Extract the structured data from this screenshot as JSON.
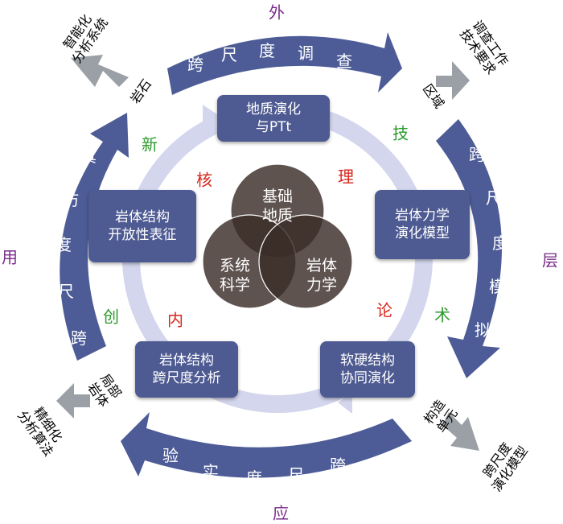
{
  "colors": {
    "ring": "#d4d6ee",
    "arrow": "#4d5c97",
    "node": "#4e5a92",
    "purple": "#7a2b8a",
    "green": "#2c9a2c",
    "red": "#d9261c",
    "gray_arrow": "#9aa0a6",
    "venn_fill": "#3a2d28"
  },
  "outer_words": {
    "top": "外",
    "right": "层",
    "bottom": "应",
    "left": "用"
  },
  "arrows": {
    "top": [
      "跨",
      "尺",
      "度",
      "调",
      "查"
    ],
    "right": [
      "跨",
      "尺",
      "度",
      "模",
      "拟"
    ],
    "bottom": [
      "验",
      "实",
      "度",
      "尺",
      "跨"
    ],
    "left": [
      "跨",
      "尺",
      "度",
      "仿",
      "真"
    ]
  },
  "nodes": {
    "top": "地质演化\n与PTt",
    "right": "岩体力学\n演化模型",
    "bottom_right": "软硬结构\n协同演化",
    "bottom_left": "岩体结构\n跨尺度分析",
    "left": "岩体结构\n开放性表征"
  },
  "venn": {
    "top": "基础\n地质",
    "left": "系统\n科学",
    "right": "岩体\n力学"
  },
  "inner_words": {
    "xin": "新",
    "ji": "技",
    "shu": "术",
    "chuang": "创",
    "he": "核",
    "li": "理",
    "lun": "论",
    "nei": "内"
  },
  "corner_labels": {
    "top_left_side": "岩石",
    "top_left_outer": "智能化\n分析系统",
    "top_right_side": "区域",
    "top_right_outer": "调查工作\n技术要求",
    "bottom_right_side": "构造\n单元",
    "bottom_right_outer": "跨尺度\n演化模型",
    "bottom_left_side": "局部\n岩体",
    "bottom_left_outer": "精细化\n分析算法"
  }
}
